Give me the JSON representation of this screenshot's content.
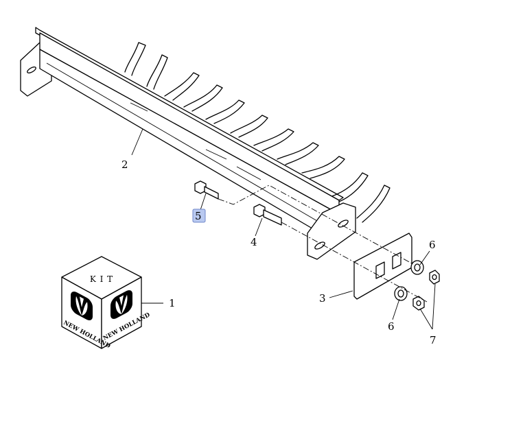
{
  "callouts": {
    "c1": "1",
    "c2": "2",
    "c3": "3",
    "c4": "4",
    "c5": "5",
    "c6a": "6",
    "c6b": "6",
    "c7": "7"
  },
  "kit_box": {
    "top_label": "K I T",
    "brand_left": "NEW HOLLAND",
    "brand_right": "NEW HOLLAND"
  },
  "colors": {
    "line": "#000000",
    "highlight": "#b9c9f0",
    "highlight_border": "#6f86c8"
  },
  "selected_callout": "5"
}
